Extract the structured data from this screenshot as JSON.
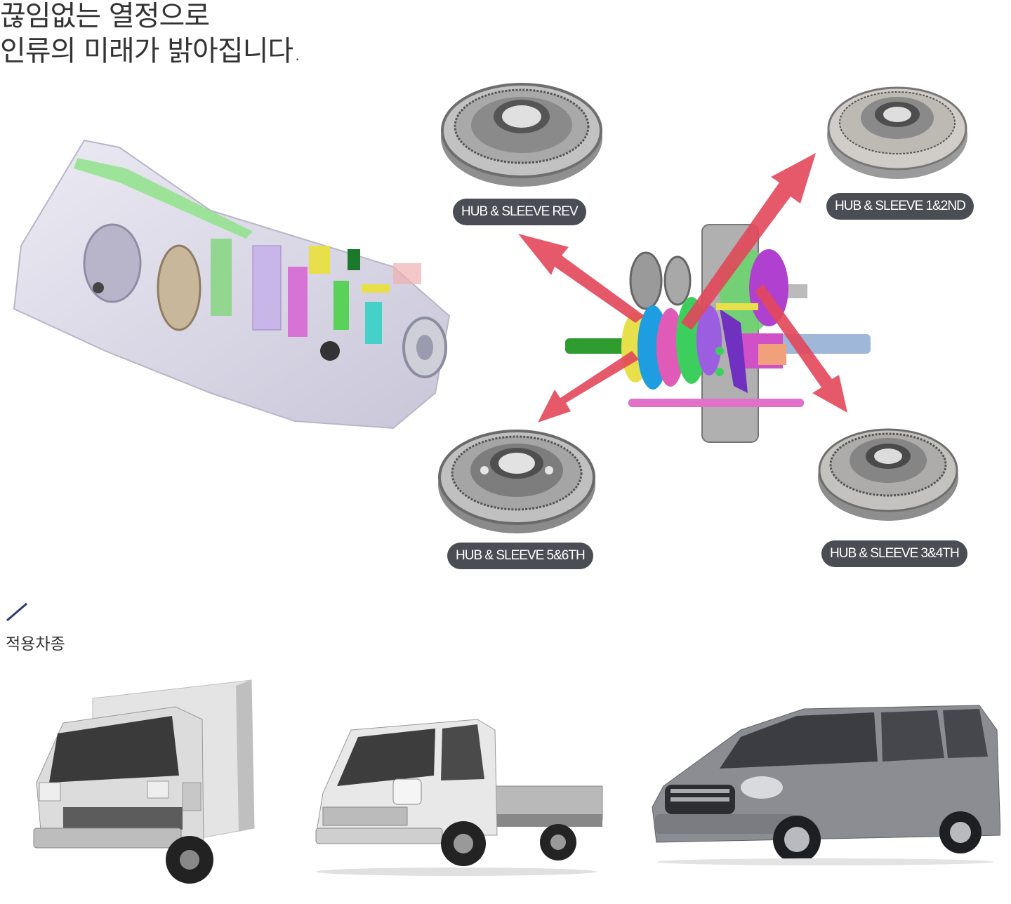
{
  "headline": {
    "line1": "끊임없는 열정으로",
    "line2": "인류의 미래가 밝아집니다."
  },
  "parts": {
    "rev": "HUB & SLEEVE  REV",
    "first_second": "HUB & SLEEVE  1&2ND",
    "fifth_sixth": "HUB & SLEEVE  5&6TH",
    "third_fourth": "HUB & SLEEVE  3&4TH"
  },
  "vehicles_section": {
    "title": "적용차종"
  },
  "colors": {
    "pill_bg": "#4b4d54",
    "accent_navy": "#2c3a7a",
    "arrow_red": "#e2475a"
  }
}
